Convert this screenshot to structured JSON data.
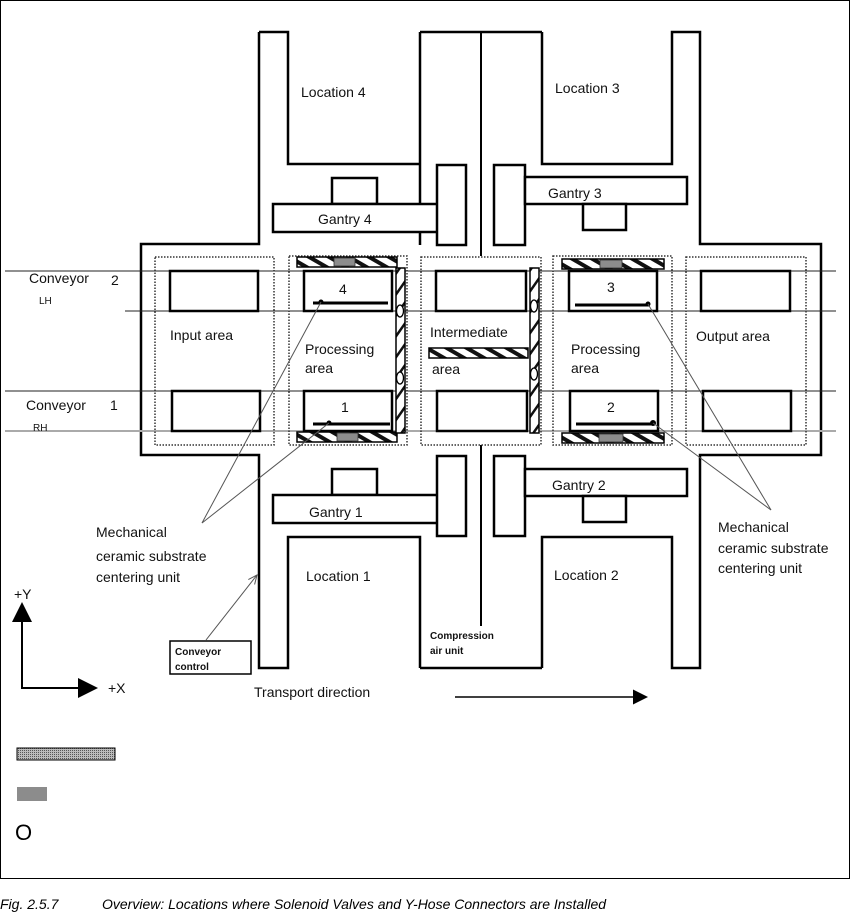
{
  "figure": {
    "number": "Fig. 2.5.7",
    "caption": "Overview: Locations where Solenoid Valves and Y-Hose Connectors are Installed"
  },
  "locations": {
    "loc1": "Location 1",
    "loc2": "Location 2",
    "loc3": "Location 3",
    "loc4": "Location 4"
  },
  "gantries": {
    "g1": "Gantry 1",
    "g2": "Gantry 2",
    "g3": "Gantry 3",
    "g4": "Gantry 4"
  },
  "conveyors": {
    "lh_label": "Conveyor",
    "lh_number": "2",
    "lh_side": "LH",
    "rh_label": "Conveyor",
    "rh_number": "1",
    "rh_side": "RH"
  },
  "areas": {
    "input": "Input area",
    "processing_left_1": "Processing",
    "processing_left_2": "area",
    "intermediate_1": "Intermediate",
    "intermediate_2": "area",
    "processing_right_1": "Processing",
    "processing_right_2": "area",
    "output": "Output area"
  },
  "stations": {
    "s1": "1",
    "s2": "2",
    "s3": "3",
    "s4": "4"
  },
  "annotations": {
    "centering_left": [
      "Mechanical",
      "ceramic substrate",
      "centering unit"
    ],
    "centering_right": [
      "Mechanical",
      "ceramic substrate",
      "centering unit"
    ],
    "conveyor_control": [
      "Conveyor",
      "control"
    ],
    "compression_air": [
      "Compression",
      "air unit"
    ],
    "transport_direction": "Transport direction"
  },
  "axes": {
    "y_label": "+Y",
    "x_label": "+X"
  },
  "legend": {
    "items": [
      {
        "symbol": "hatched-bar",
        "label": ""
      },
      {
        "symbol": "gray-block",
        "label": ""
      },
      {
        "symbol": "circle",
        "label": "O"
      }
    ]
  },
  "colors": {
    "line": "#000000",
    "gray_valve": "#8c8c8c",
    "conveyor_rail": "#aaaaaa"
  }
}
